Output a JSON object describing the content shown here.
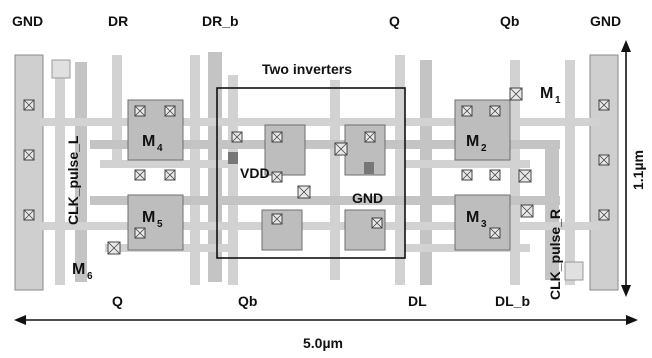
{
  "labels": {
    "gnd_left": "GND",
    "dr": "DR",
    "dr_b": "DR_b",
    "q_top": "Q",
    "qb_top": "Qb",
    "gnd_right": "GND",
    "two_inverters": "Two inverters",
    "m1": "M",
    "m1_sub": "1",
    "m2": "M",
    "m2_sub": "2",
    "m3": "M",
    "m3_sub": "3",
    "m4": "M",
    "m4_sub": "4",
    "m5": "M",
    "m5_sub": "5",
    "m6": "M",
    "m6_sub": "6",
    "vdd": "VDD",
    "gnd_center": "GND",
    "clk_pulse_l": "CLK_pulse_L",
    "clk_pulse_r": "CLK_pulse_R",
    "height_dim": "1.1µm",
    "q_bottom": "Q",
    "qb_bottom": "Qb",
    "dl": "DL",
    "dl_b": "DL_b",
    "width_dim": "5.0µm"
  },
  "colors": {
    "metal_light": "#d2d2d2",
    "metal_dark": "#bdbdbd",
    "contact": "#e8e8e8",
    "text": "#111111"
  }
}
